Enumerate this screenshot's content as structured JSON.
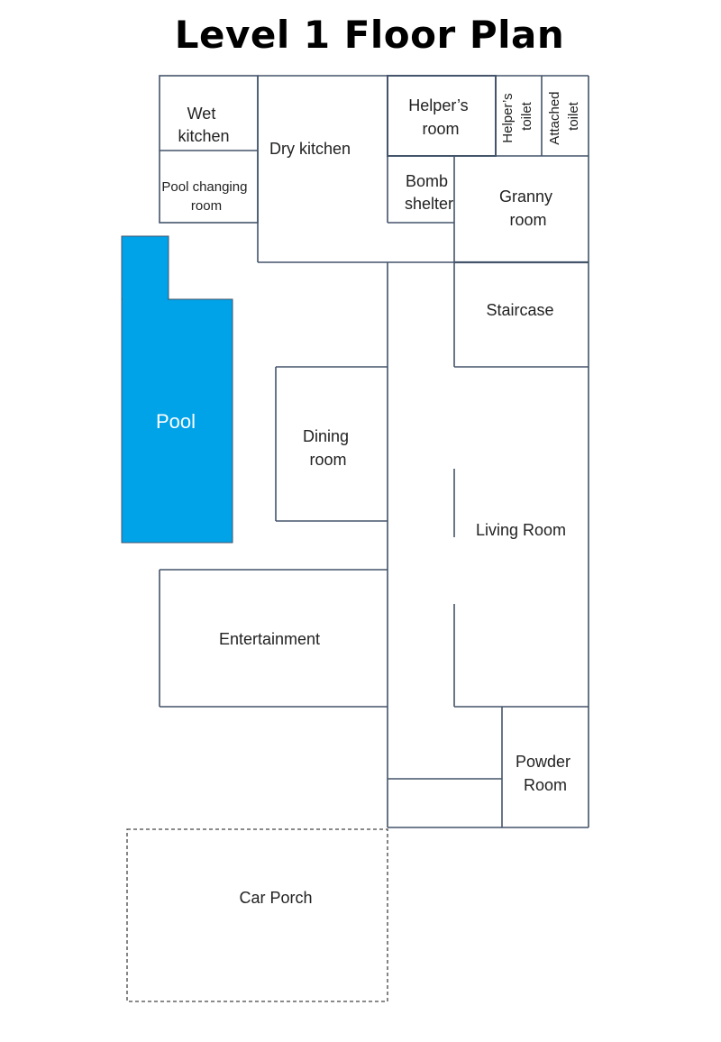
{
  "title": "Level 1 Floor Plan",
  "colors": {
    "pool": "#00a2e8",
    "walls": "#44546a"
  },
  "rooms": {
    "wet_kitchen": [
      "Wet",
      "kitchen"
    ],
    "pool_changing_room": [
      "Pool changing",
      "room"
    ],
    "dry_kitchen": "Dry kitchen",
    "helpers_room": [
      "Helper’s",
      "room"
    ],
    "helpers_toilet": [
      "Helper’s",
      "toilet"
    ],
    "attached_toilet": [
      "Attached",
      "toilet"
    ],
    "bomb_shelter": [
      "Bomb",
      "shelter"
    ],
    "granny_room": [
      "Granny",
      "room"
    ],
    "staircase": "Staircase",
    "pool": "Pool",
    "dining_room": [
      "Dining",
      "room"
    ],
    "living_room": "Living Room",
    "entertainment": "Entertainment",
    "powder_room": [
      "Powder",
      "Room"
    ],
    "car_porch": "Car Porch"
  }
}
